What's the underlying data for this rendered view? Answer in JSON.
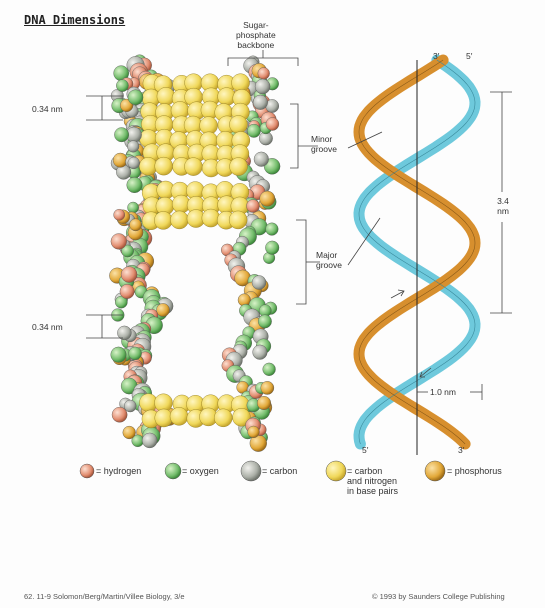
{
  "title": "DNA Dimensions",
  "labels": {
    "sugar_phosphate": [
      "Sugar-",
      "phosphate",
      "backbone"
    ],
    "minor_groove": [
      "Minor",
      "groove"
    ],
    "major_groove": [
      "Major",
      "groove"
    ],
    "top_spacing": "0.34 nm",
    "bottom_spacing": "0.34 nm",
    "pitch": [
      "3.4",
      "nm"
    ],
    "width": "1.0 nm",
    "end_top_left": "3′",
    "end_top_right": "5′",
    "end_bottom_left": "5′",
    "end_bottom_right": "3′"
  },
  "legend": [
    {
      "label": "= hydrogen",
      "color": "#e8967a",
      "icon": "hydrogen-atom-icon"
    },
    {
      "label": "= oxygen",
      "color": "#7fc47a",
      "icon": "oxygen-atom-icon"
    },
    {
      "label": "= carbon",
      "color": "#b4b8b0",
      "icon": "carbon-atom-icon"
    },
    {
      "label": "= carbon\nand nitrogen\nin base pairs",
      "color": "#f3df6a",
      "icon": "carbon-nitrogen-atom-icon"
    },
    {
      "label": "= phosphorus",
      "color": "#e6ae3c",
      "icon": "phosphorus-atom-icon"
    }
  ],
  "footer": {
    "left": "62.   11-9  Solomon/Berg/Martin/Villee Biology, 3/e",
    "right": "© 1993 by Saunders College Publishing"
  },
  "colors": {
    "strand_blue": "#6ec9dc",
    "strand_orange": "#d78f2e",
    "base_yellow": "#f3df6a",
    "oxygen_green": "#7fc47a",
    "hydrogen_pink": "#e8967a",
    "carbon_gray": "#b4b8b0",
    "phosphorus_gold": "#e6ae3c"
  }
}
